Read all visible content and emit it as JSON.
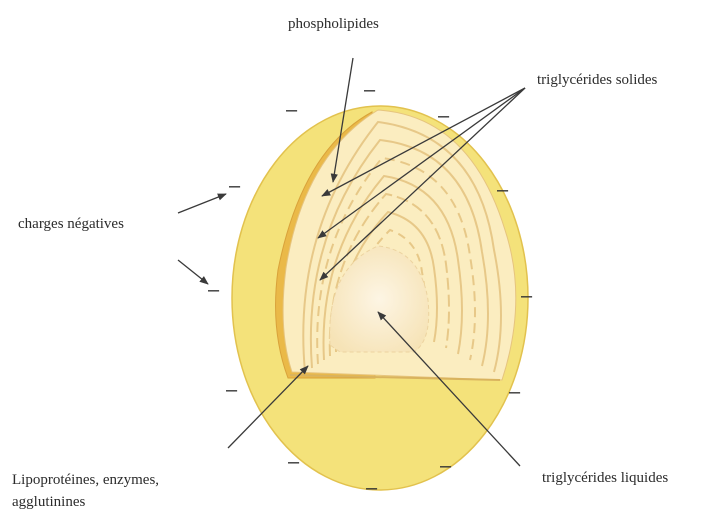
{
  "labels": {
    "phospholipids": "phospholipides",
    "solid_triglycerides": "triglycérides solides",
    "negative_charges": "charges négatives",
    "proteins_line1": "Lipoprotéines, enzymes,",
    "proteins_line2": "agglutinines",
    "liquid_triglycerides": "triglycérides liquides"
  },
  "charge_symbol": "–",
  "colors": {
    "outer_membrane": "#f4e27a",
    "membrane_band": "#eab948",
    "crystal_layers": "#fbedc0",
    "layer_lines": "#e7c888",
    "liquid_core": "#fbf0d8",
    "arrows": "#3a3a3a"
  }
}
